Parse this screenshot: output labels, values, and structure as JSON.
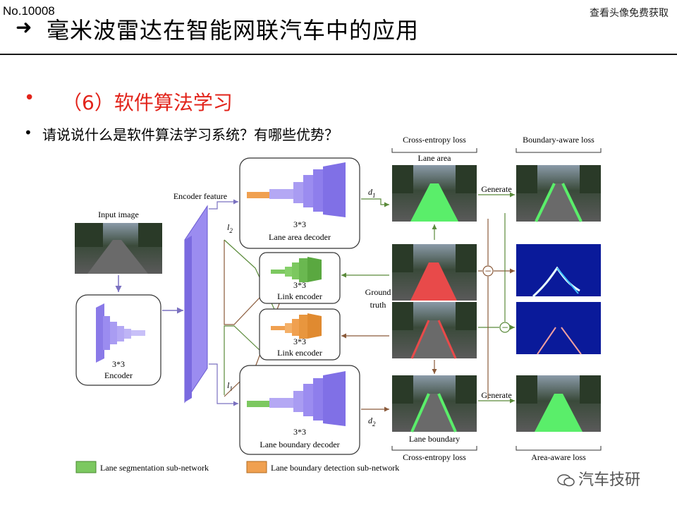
{
  "header": {
    "slide_number": "No.10008",
    "note": "查看头像免费获取",
    "title": "毫米波雷达在智能网联汽车中的应用"
  },
  "content": {
    "heading": "（6）软件算法学习",
    "question": "请说说什么是软件算法学习系统？有哪些优势？"
  },
  "diagram": {
    "input_image": "Input image",
    "encoder_size": "3*3",
    "encoder": "Encoder",
    "encoder_feature": "Encoder feature",
    "lane_area_size": "3*3",
    "lane_area_decoder": "Lane area decoder",
    "link_size_1": "3*3",
    "link_encoder_1": "Link encoder",
    "link_size_2": "3*3",
    "link_encoder_2": "Link encoder",
    "lane_boundary_size": "3*3",
    "lane_boundary_decoder": "Lane boundary decoder",
    "l2": "l",
    "l2_sub": "2",
    "l1": "l",
    "l1_sub": "1",
    "d1": "d",
    "d1_sub": "1",
    "d2": "d",
    "d2_sub": "2",
    "cross_entropy_top": "Cross-entropy loss",
    "lane_area": "Lane area",
    "boundary_aware": "Boundary-aware loss",
    "generate_1": "Generate",
    "generate_2": "Generate",
    "ground": "Ground",
    "truth": "truth",
    "lane_boundary": "Lane boundary",
    "cross_entropy_bottom": "Cross-entropy loss",
    "area_aware": "Area-aware loss",
    "legend_green": "Lane segmentation  sub-network",
    "legend_orange": "Lane boundary detection  sub-network",
    "minus_symbol": "−"
  },
  "watermark": {
    "text": "汽车技研"
  },
  "colors": {
    "accent_red": "#e2231a",
    "block_purple": "#9b8cf0",
    "green": "#7cc860",
    "orange": "#f0a050",
    "heatmap_blue": "#0a1a9a"
  }
}
